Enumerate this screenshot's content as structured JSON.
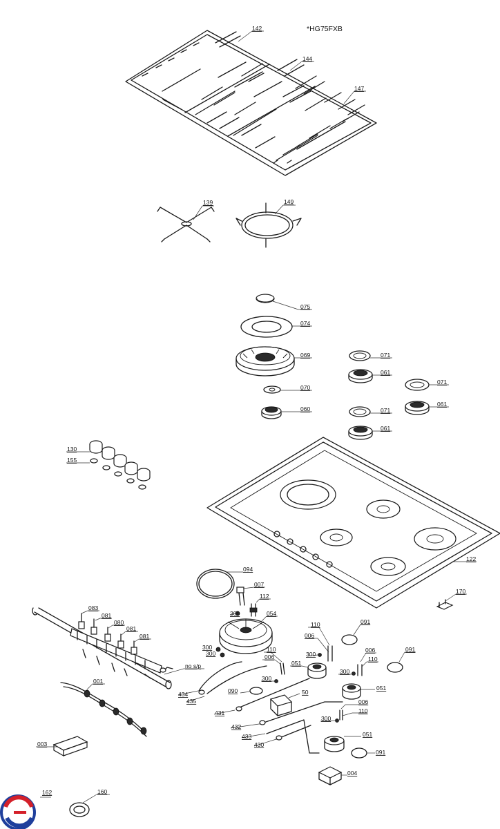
{
  "model": "*HG75FXB",
  "labels": {
    "p142": "142",
    "p144": "144",
    "p147": "147",
    "p139": "139",
    "p149": "149",
    "p075": "075",
    "p074": "074",
    "p069": "069",
    "p070": "070",
    "p060": "060",
    "p071a": "071",
    "p061a": "061",
    "p071b": "071",
    "p061b": "061",
    "p071c": "071",
    "p061c": "061",
    "p130": "130",
    "p155": "155",
    "p094": "094",
    "p122": "122",
    "p170": "170",
    "p007": "007",
    "p112": "112",
    "p054": "054",
    "p300a": "300",
    "p300b": "300",
    "p300c": "300",
    "p083": "083",
    "p081a": "081",
    "p080": "080",
    "p081b": "081",
    "p081c": "081",
    "nosp": "no s/p",
    "p001": "001",
    "p003": "003",
    "p434": "434",
    "p435": "435",
    "p110a": "110",
    "p006a": "006",
    "p051a": "051",
    "p300d": "300",
    "p090": "090",
    "p050": "50",
    "p431": "431",
    "p432": "432",
    "p433": "433",
    "p430": "430",
    "p110b": "110",
    "p006b": "006",
    "p300e": "300",
    "p091a": "091",
    "p006c": "006",
    "p110c": "110",
    "p300f": "300",
    "p091b": "091",
    "p051b": "051",
    "p006d": "006",
    "p110d": "110",
    "p300g": "300",
    "p051c": "051",
    "p091c": "091",
    "p004": "004",
    "p162": "162",
    "p160": "160"
  },
  "colors": {
    "logo_red": "#d4202a",
    "logo_blue": "#1f3f9c"
  }
}
